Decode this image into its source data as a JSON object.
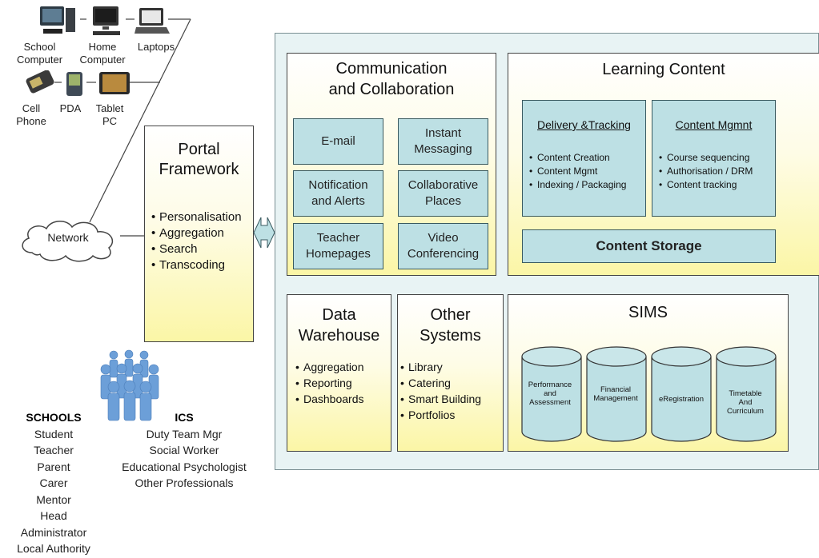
{
  "devices": {
    "school_computer": "School\nComputer",
    "home_computer": "Home\nComputer",
    "laptops": "Laptops",
    "cell_phone": "Cell\nPhone",
    "pda": "PDA",
    "tablet_pc": "Tablet\nPC"
  },
  "network": {
    "label": "Network"
  },
  "portal": {
    "title": "Portal\nFramework",
    "items": [
      "Personalisation",
      "Aggregation",
      "Search",
      "Transcoding"
    ]
  },
  "communication": {
    "title": "Communication\nand Collaboration",
    "boxes": [
      "E-mail",
      "Instant\nMessaging",
      "Notification\nand Alerts",
      "Collaborative\nPlaces",
      "Teacher\nHomepages",
      "Video\nConferencing"
    ]
  },
  "learning": {
    "title": "Learning Content",
    "delivery": {
      "title": "Delivery &Tracking",
      "items": [
        "Content Creation",
        "Content Mgmt",
        "Indexing / Packaging"
      ]
    },
    "content_mgmt": {
      "title": "Content Mgmnt",
      "items": [
        "Course sequencing",
        "Authorisation / DRM",
        "Content tracking"
      ]
    },
    "storage": "Content Storage"
  },
  "data_warehouse": {
    "title": "Data\nWarehouse",
    "items": [
      "Aggregation",
      "Reporting",
      "Dashboards"
    ]
  },
  "other_systems": {
    "title": "Other\nSystems",
    "items": [
      "Library",
      "Catering",
      "Smart Building",
      "Portfolios"
    ]
  },
  "sims": {
    "title": "SIMS",
    "cylinders": [
      "Performance\nand\nAssessment",
      "Financial\nManagement",
      "eRegistration",
      "Timetable\nAnd\nCurriculum"
    ]
  },
  "schools": {
    "heading": "SCHOOLS",
    "roles": [
      "Student",
      "Teacher",
      "Parent",
      "Carer",
      "Mentor",
      "Head",
      "Administrator",
      "Local Authority"
    ]
  },
  "ics": {
    "heading": "ICS",
    "roles": [
      "Duty Team Mgr",
      "Social Worker",
      "Educational Psychologist",
      "Other Professionals"
    ]
  },
  "colors": {
    "panel_bg": "#e8f3f4",
    "box_cyan": "#bde0e4",
    "box_yellow": "#fbf6a6"
  }
}
